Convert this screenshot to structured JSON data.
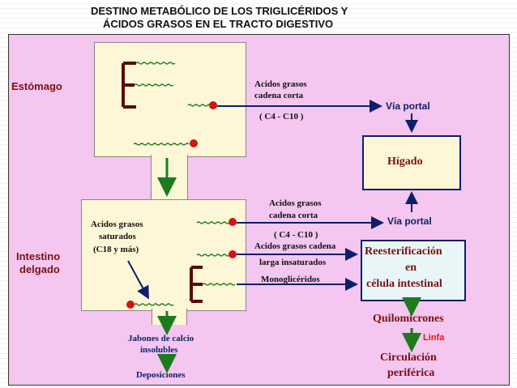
{
  "title": {
    "line1": "DESTINO METABÓLICO DE LOS TRIGLICÉRIDOS Y",
    "line2": "ÁCIDOS GRASOS EN EL TRACTO DIGESTIVO"
  },
  "sections": {
    "stomach": "Estómago",
    "intestine_line1": "Intestino",
    "intestine_line2": "delgado"
  },
  "stomach_outputs": {
    "scfa_line1": "Acidos grasos",
    "scfa_line2": "cadena corta",
    "scfa_range": "( C4 - C10 )",
    "portal": "Vía portal"
  },
  "liver": "Hígado",
  "intestine_outputs": {
    "scfa_line1": "Acidos grasos",
    "scfa_line2": "cadena corta",
    "scfa_range": "( C4 - C10 )",
    "portal": "Vía portal",
    "lcfa_line1": "Acidos grasos cadena",
    "lcfa_line2": "larga insaturados",
    "monoglycerides": "Monoglicéridos"
  },
  "saturated": {
    "line1": "Acidos grasos",
    "line2": "saturados",
    "line3": "(C18 y más)"
  },
  "reesterification": {
    "line1": "Reesterificación",
    "line2": "en",
    "line3": "célula intestinal"
  },
  "chylomicrons": "Quilomicrones",
  "lymph": "Linfa",
  "circulation": {
    "line1": "Circulación",
    "line2": "periférica"
  },
  "soaps": {
    "line1": "Jabones de calcio",
    "line2": "insolubles"
  },
  "deposits": "Deposiciones",
  "colors": {
    "panel": "#f4c6f0",
    "box_fill": "#fdf7d7",
    "arrow_navy": "#0b1f6a",
    "arrow_green": "#1d7a1d",
    "triglyceride": "#5a0a0a",
    "lymph_red": "#e01818"
  }
}
